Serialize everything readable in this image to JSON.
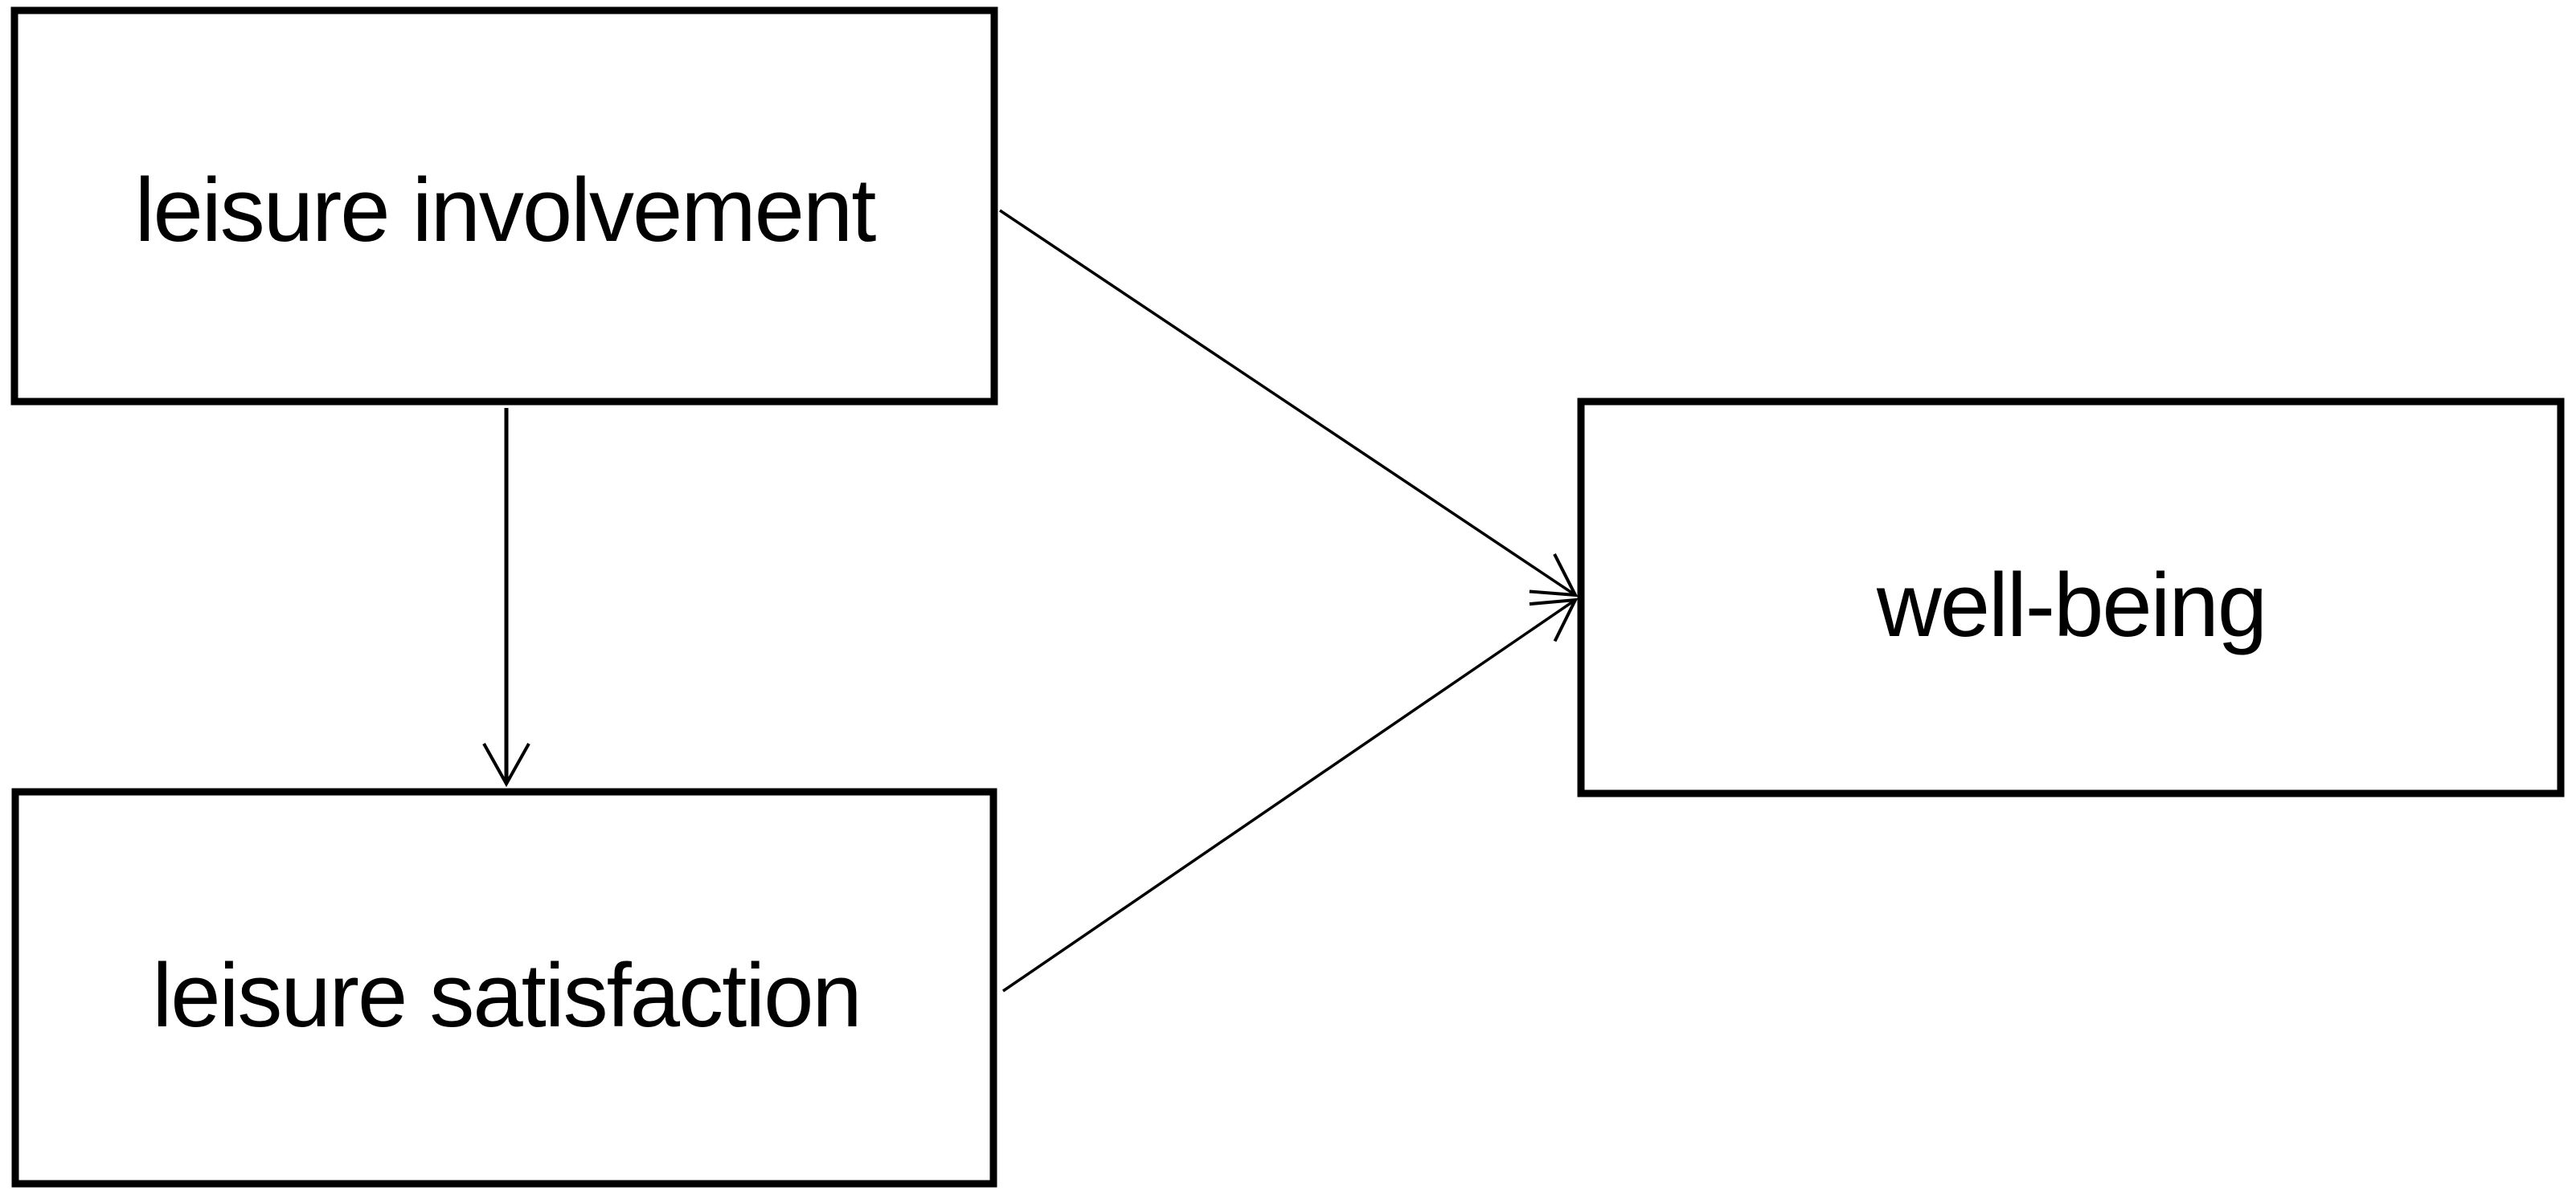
{
  "figure": {
    "background_color": "#ffffff",
    "stroke_color": "#000000",
    "text_color": "#000000"
  },
  "diagram": {
    "type": "path-model",
    "nodes": [
      {
        "id": "leisure-involvement",
        "label": "leisure involvement"
      },
      {
        "id": "leisure-satisfaction",
        "label": "leisure satisfaction"
      },
      {
        "id": "well-being",
        "label": "well-being"
      }
    ],
    "edges": [
      {
        "from": "leisure involvement",
        "to": "leisure satisfaction",
        "style": "open-arrow"
      },
      {
        "from": "leisure involvement",
        "to": "well-being",
        "style": "open-arrow"
      },
      {
        "from": "leisure satisfaction",
        "to": "well-being",
        "style": "open-arrow"
      }
    ]
  }
}
